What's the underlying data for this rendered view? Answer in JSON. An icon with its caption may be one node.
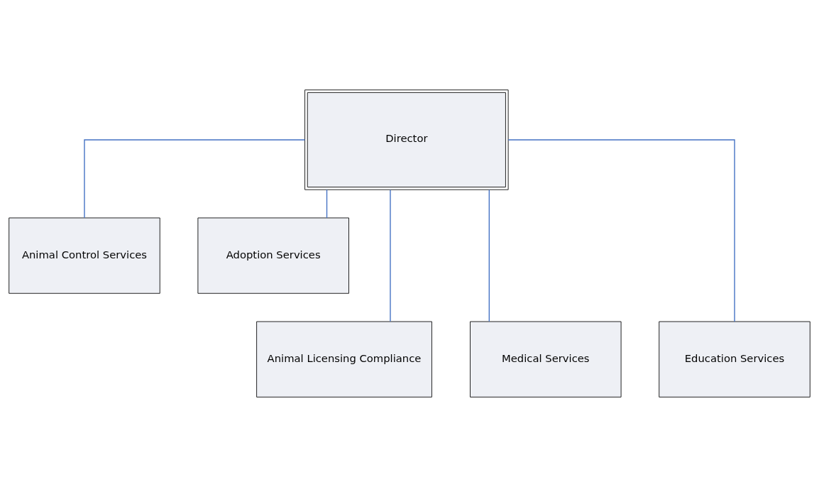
{
  "diagram": {
    "nodes": [
      {
        "text": [
          "Director"
        ]
      },
      {
        "text": [
          "Animal Control Services"
        ]
      },
      {
        "text": [
          "Adoption Services"
        ]
      },
      {
        "text": [
          "Animal Licensing Compliance"
        ]
      },
      {
        "text": [
          "Medical Services"
        ]
      },
      {
        "text": [
          "Education Services"
        ]
      }
    ],
    "edges": [
      {
        "from": 0,
        "to": 1,
        "arrow": "none"
      },
      {
        "from": 0,
        "to": 2,
        "arrow": "none"
      },
      {
        "from": 0,
        "to": 3,
        "arrow": "none"
      },
      {
        "from": 0,
        "to": 4,
        "arrow": "none"
      },
      {
        "from": 0,
        "to": 5,
        "arrow": "none"
      }
    ]
  }
}
